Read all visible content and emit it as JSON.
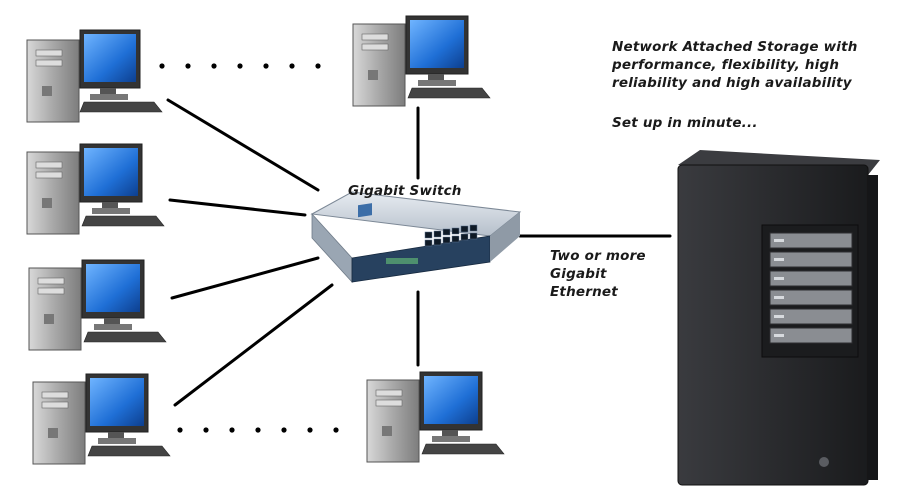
{
  "diagram": {
    "description_lines": [
      "Network Attached Storage with",
      "performance, flexibility, high",
      "reliability and high availability"
    ],
    "setup_note": "Set up in minute...",
    "switch_label": "Gigabit Switch",
    "link_label_lines": [
      "Two or more",
      "Gigabit",
      "Ethernet"
    ],
    "workstation_count": 6,
    "nas_drive_bays": 6
  },
  "colors": {
    "tower": "#9a9a9a",
    "monitor_screen": "#1f6fd6",
    "nas_body": "#2a2b2e",
    "switch_body": "#c9d1da",
    "switch_front": "#27415f",
    "cable": "#000000"
  }
}
